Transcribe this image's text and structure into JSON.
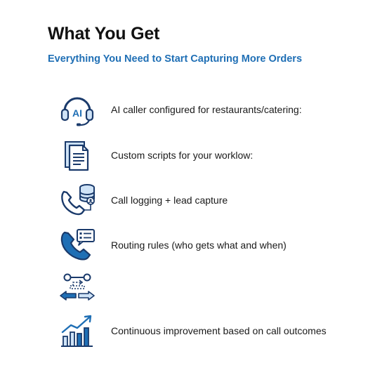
{
  "header": {
    "title": "What You Get",
    "subtitle": "Everything You Need to Start Capturing More Orders"
  },
  "colors": {
    "accent": "#1f6fb5",
    "icon_dark": "#1a3a6b",
    "icon_fill": "#cfe3f7"
  },
  "items": [
    {
      "icon": "ai-headset-icon",
      "label": "AI caller configured for restaurants/catering:"
    },
    {
      "icon": "document-icon",
      "label": "Custom scripts for your worklow:"
    },
    {
      "icon": "phone-database-icon",
      "label": "Call logging + lead capture"
    },
    {
      "icon": "phone-chat-icon",
      "label": "Routing rules (who gets what and when)"
    },
    {
      "icon": "routing-arrows-icon",
      "label": ""
    },
    {
      "icon": "growth-chart-icon",
      "label": "Continuous improvement based on call outcomes"
    }
  ]
}
